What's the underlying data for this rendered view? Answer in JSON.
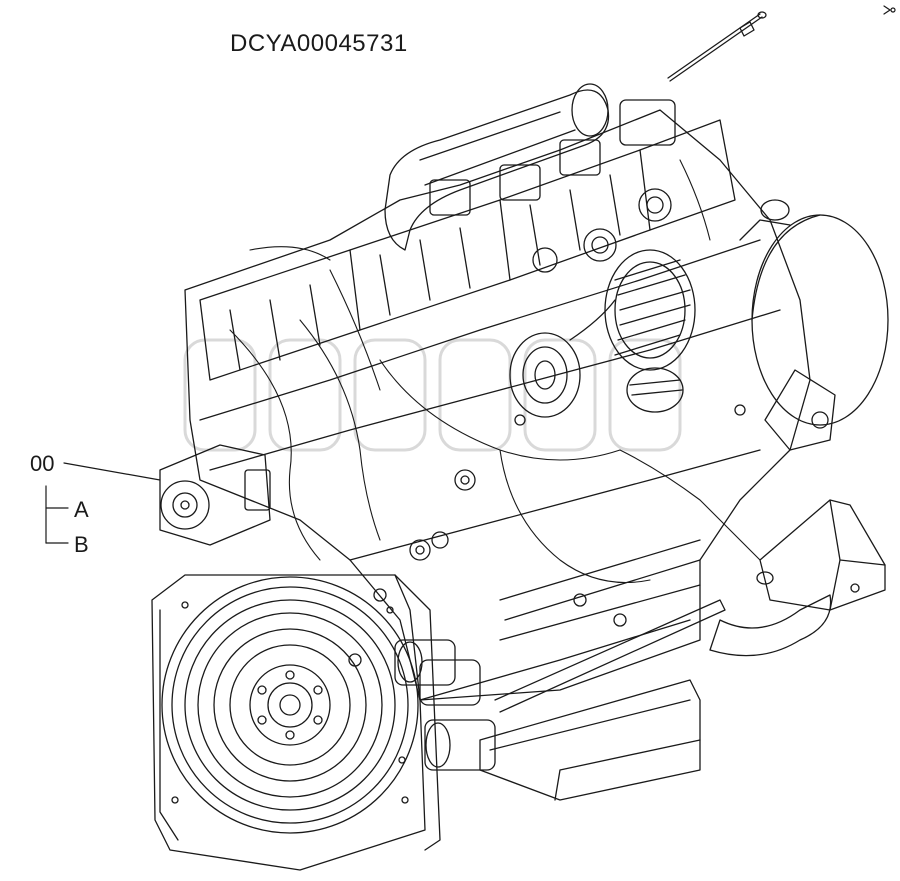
{
  "drawing": {
    "document_id": "DCYA00045731",
    "subject": "diesel engine assembly (isometric exploded view)"
  },
  "callouts": {
    "main": "00",
    "sub_a": "A",
    "sub_b": "B"
  },
  "colors": {
    "line": "#1a1a1a",
    "background": "#ffffff",
    "watermark": "#d6d6d6"
  }
}
